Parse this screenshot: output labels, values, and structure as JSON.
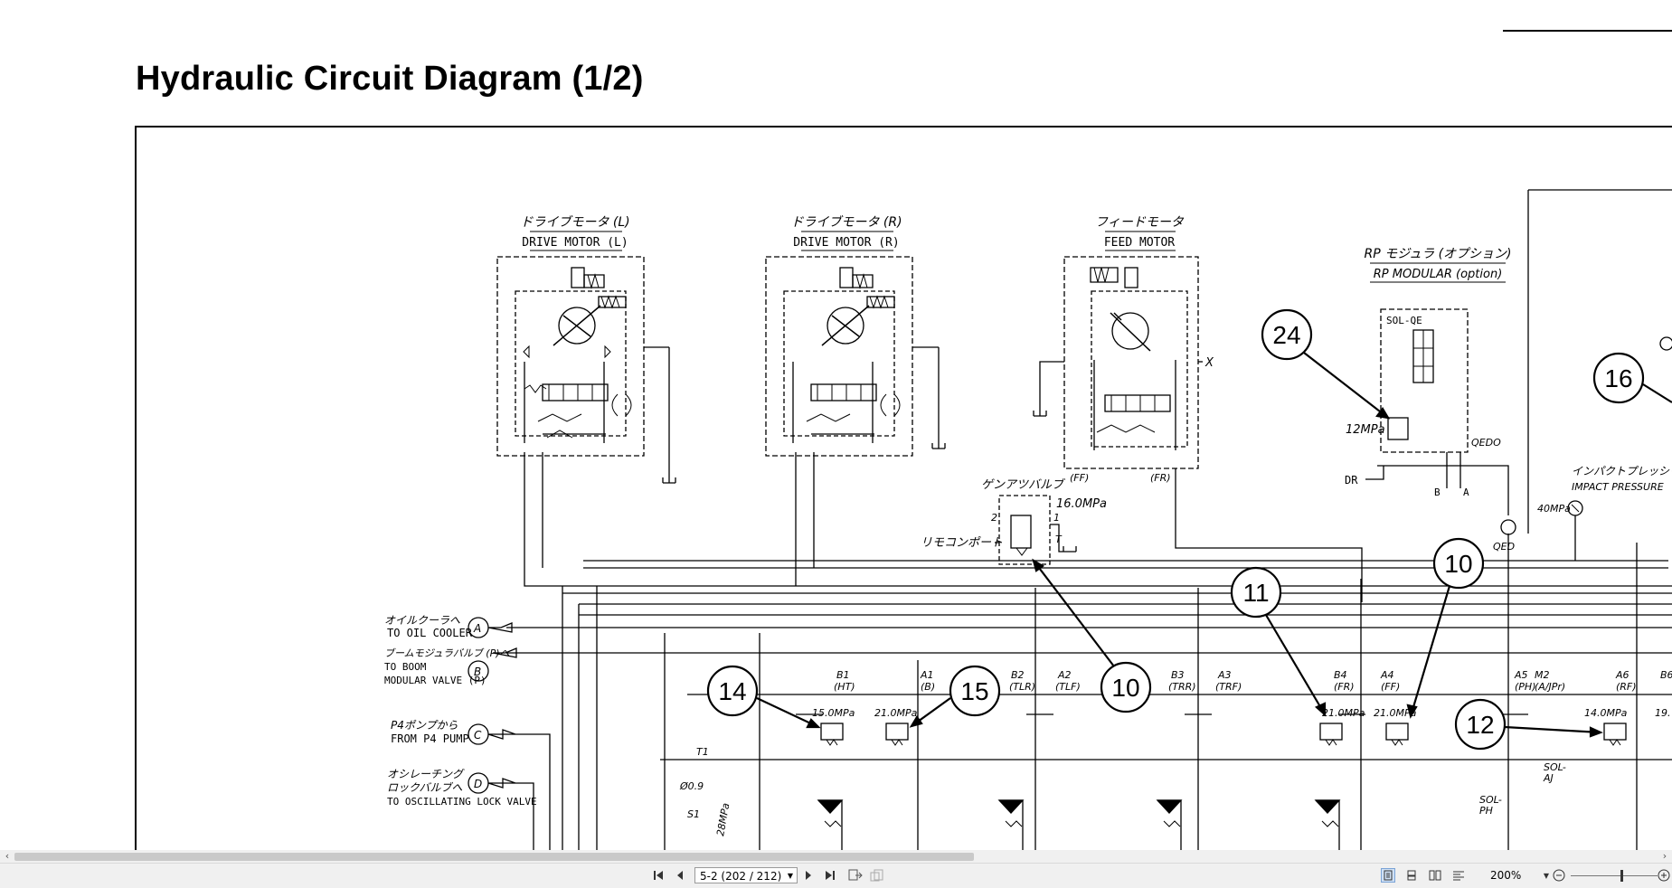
{
  "document": {
    "title": "Hydraulic Circuit Diagram (1/2)"
  },
  "diagram": {
    "components": {
      "drive_motor_l": {
        "jp": "ドライブモータ (L)",
        "en": "DRIVE MOTOR (L)"
      },
      "drive_motor_r": {
        "jp": "ドライブモータ (R)",
        "en": "DRIVE MOTOR (R)"
      },
      "feed_motor": {
        "jp": "フィードモータ",
        "en": "FEED MOTOR"
      },
      "rp_modular": {
        "jp": "RP モジュラ (オプション)",
        "en": "RP MODULAR (option)"
      },
      "impact_pressure": {
        "jp": "インパクトプレッシャ",
        "en": "IMPACT PRESSURE"
      },
      "genatsu_valve": "ゲンアツバルブ",
      "remocon_port": "リモコンポート",
      "sol_qe": "SOL-QE",
      "qedo": "QEDO",
      "qed": "QED",
      "dr": "DR",
      "port_b": "B",
      "port_a": "A",
      "port_x": "X",
      "p12": "12MPa",
      "p40": "40MPa",
      "p16": "16.0MPa",
      "ff": "(FF)",
      "fr": "(FR)",
      "gen_2": "2",
      "gen_1": "1",
      "gen_t": "T",
      "t1": "T1",
      "s1": "S1",
      "orifice": "Ø0.9",
      "p28": "28MPa",
      "sol_aj": "SOL-\nAJ",
      "sol_ph": "SOL-\nPH"
    },
    "ports": [
      {
        "jp": "オイルクーラへ",
        "en": "TO OIL COOLER",
        "letter": "A"
      },
      {
        "jp": "ブームモジュラバルブ (P)へ",
        "en": "TO BOOM MODULAR VALVE (P)",
        "letter": "B"
      },
      {
        "jp": "P4ポンプから",
        "en": "FROM P4 PUMP",
        "letter": "C"
      },
      {
        "jp": "オシレーチングロックバルブへ",
        "en": "TO OSCILLATING LOCK VALVE",
        "letter": "D"
      }
    ],
    "sections": [
      {
        "code": "B1",
        "sub": "(HT)"
      },
      {
        "code": "A1",
        "sub": "(B)"
      },
      {
        "code": "B2",
        "sub": "(TLR)"
      },
      {
        "code": "A2",
        "sub": "(TLF)"
      },
      {
        "code": "B3",
        "sub": "(TRR)"
      },
      {
        "code": "A3",
        "sub": "(TRF)"
      },
      {
        "code": "B4",
        "sub": "(FR)"
      },
      {
        "code": "A4",
        "sub": "(FF)"
      },
      {
        "code": "A5",
        "sub": "(PH)"
      },
      {
        "code": "M2",
        "sub": "(A/JPr)"
      },
      {
        "code": "A6",
        "sub": "(RF)"
      },
      {
        "code": "B6",
        "sub": ""
      }
    ],
    "reliefs": [
      "15.0MPa",
      "21.0MPa",
      "21.0MPa",
      "21.0MPa",
      "14.0MPa",
      "19."
    ],
    "callouts": [
      "24",
      "16",
      "11",
      "10",
      "14",
      "15",
      "10",
      "12"
    ]
  },
  "viewer": {
    "page_field": "5-2 (202 / 212)",
    "zoom": "200%",
    "icons": [
      "first-page-icon",
      "prev-page-icon",
      "next-page-icon",
      "last-page-icon",
      "prev-view-icon",
      "next-view-icon",
      "single-page-icon",
      "continuous-icon",
      "facing-icon",
      "facing-continuous-icon",
      "zoom-out-icon",
      "zoom-in-icon"
    ]
  }
}
